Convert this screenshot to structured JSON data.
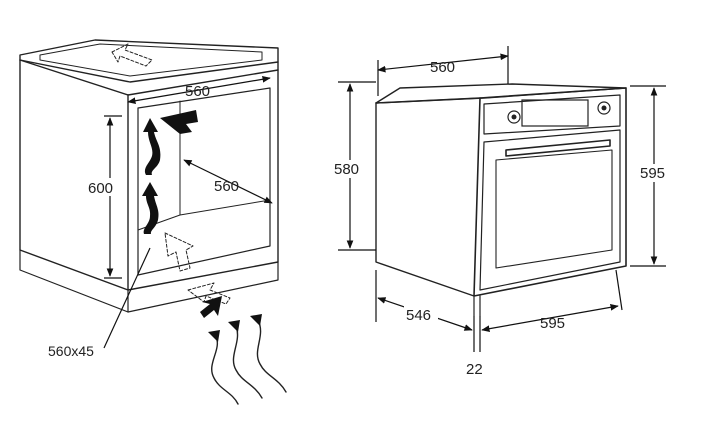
{
  "cabinet": {
    "width_top_label": "560",
    "depth_label": "560",
    "height_label": "600",
    "vent_label": "560x45"
  },
  "oven": {
    "top_width_label": "560",
    "height_label": "580",
    "depth_label": "546",
    "front_width_label": "595",
    "front_height_label": "595",
    "panel_offset_label": "22"
  }
}
